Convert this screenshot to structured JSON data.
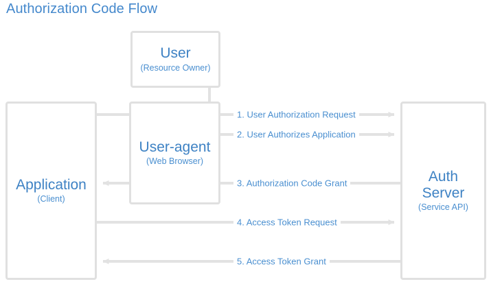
{
  "title": "Authorization Code Flow",
  "theme": {
    "background": "#ffffff",
    "title_color": "#4488cc",
    "node_title_color": "#3e82c4",
    "node_sub_color": "#4a8fd0",
    "label_color": "#4a8fd0",
    "box_border_color": "#e0e0e0",
    "connector_color": "#e2e2e2"
  },
  "nodes": {
    "user": {
      "title": "User",
      "subtitle": "(Resource Owner)"
    },
    "user_agent": {
      "title": "User-agent",
      "subtitle": "(Web Browser)"
    },
    "application": {
      "title": "Application",
      "subtitle": "(Client)"
    },
    "auth_server": {
      "title_line1": "Auth",
      "title_line2": "Server",
      "subtitle": "(Service API)"
    }
  },
  "flows": [
    {
      "number": "1.",
      "label": "1.  User Authorization Request",
      "direction": "right",
      "from": "application",
      "to": "auth_server"
    },
    {
      "number": "2.",
      "label": "2.  User Authorizes Application",
      "direction": "right",
      "from": "user",
      "to": "auth_server"
    },
    {
      "number": "3.",
      "label": "3.  Authorization Code Grant",
      "direction": "left",
      "from": "auth_server",
      "to": "application"
    },
    {
      "number": "4.",
      "label": "4.  Access Token Request",
      "direction": "right",
      "from": "application",
      "to": "auth_server"
    },
    {
      "number": "5.",
      "label": "5.  Access Token Grant",
      "direction": "left",
      "from": "auth_server",
      "to": "application"
    }
  ]
}
